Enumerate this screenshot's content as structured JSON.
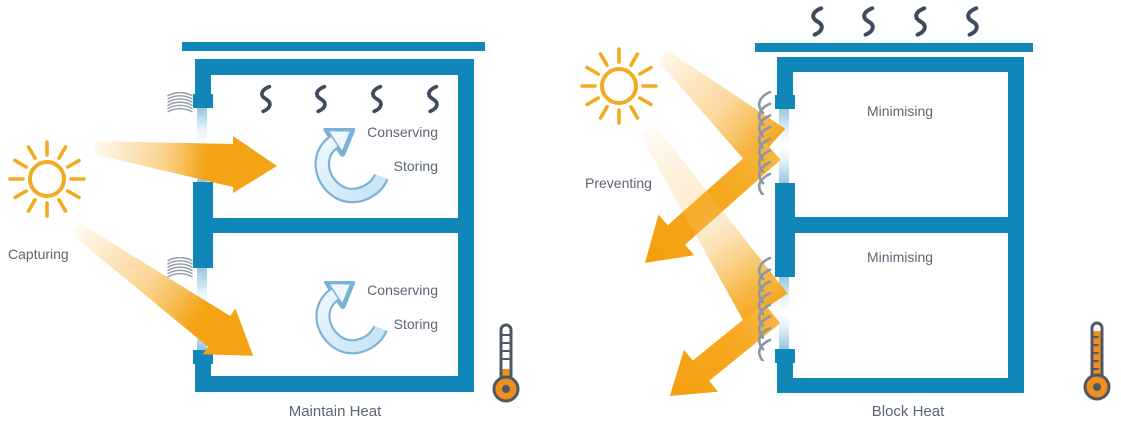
{
  "left_diagram": {
    "title": "Maintain Heat",
    "strategy_label": "Capturing",
    "floors": [
      {
        "line1": "Conserving",
        "line2": "Storing"
      },
      {
        "line1": "Conserving",
        "line2": "Storing"
      }
    ]
  },
  "right_diagram": {
    "title": "Block Heat",
    "strategy_label": "Preventing",
    "floors": [
      {
        "label": "Minimising"
      },
      {
        "label": "Minimising"
      }
    ]
  },
  "colors": {
    "structure_blue": "#1187b9",
    "arrow_orange": "#f4a314",
    "sun_orange": "#f2ab20",
    "heat_wave_navy": "#3e4a5e",
    "label_gray": "#5b6774",
    "airflow_fill_blue": "#dceefb",
    "airflow_stroke_blue": "#79b1d7",
    "thermometer_orange": "#ef8f20",
    "thermometer_outline": "#4d5866",
    "shade_gray": "#8d96a4"
  },
  "icons": {
    "sun-icon": "☀",
    "heat-wave-icon": "≈",
    "airflow-arrow-icon": "↺",
    "sun-beam-arrow-icon": "➤",
    "thermometer-low-icon": "🌡",
    "thermometer-high-icon": "🌡",
    "window-coil-icon": "◎",
    "window-louvers-icon": "((("
  }
}
